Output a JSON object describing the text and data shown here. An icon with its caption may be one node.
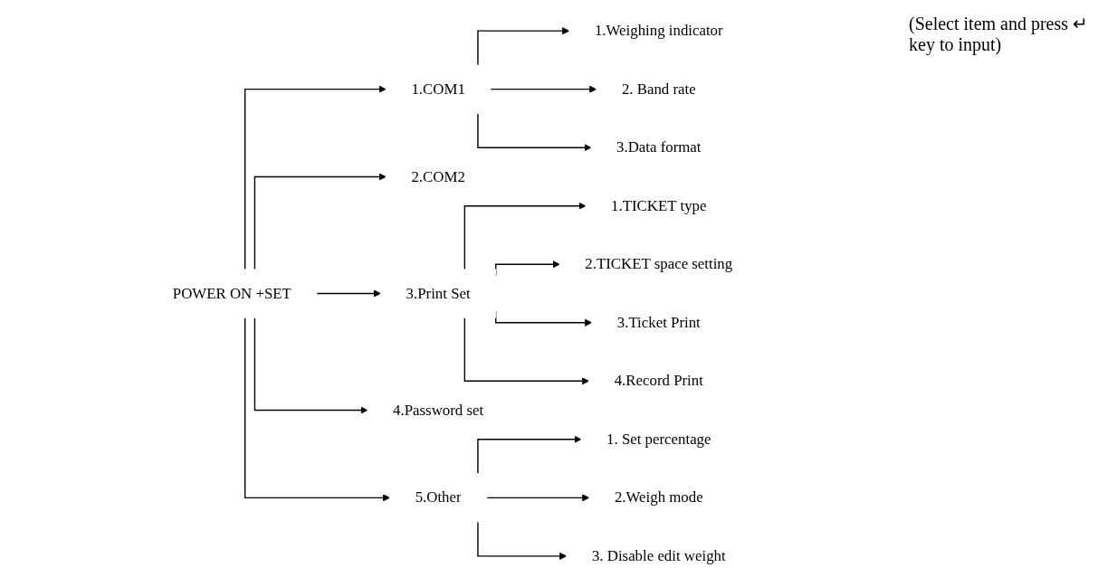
{
  "diagram": {
    "nodes": [
      {
        "text": [
          "POWER ON +SET"
        ]
      },
      {
        "text": [
          "1.COM1"
        ]
      },
      {
        "text": [
          "1.Weighing indicator"
        ]
      },
      {
        "text": [
          "2. Band rate"
        ]
      },
      {
        "text": [
          "3.Data format"
        ]
      },
      {
        "text": [
          "2.COM2"
        ]
      },
      {
        "text": [
          "3.Print Set"
        ]
      },
      {
        "text": [
          "1.TICKET type"
        ]
      },
      {
        "text": [
          "2.TICKET space setting"
        ]
      },
      {
        "text": [
          "3.Ticket Print"
        ]
      },
      {
        "text": [
          "4.Record Print"
        ]
      },
      {
        "text": [
          "4.Password set"
        ]
      },
      {
        "text": [
          "5.Other"
        ]
      },
      {
        "text": [
          "1. Set percentage"
        ]
      },
      {
        "text": [
          "2.Weigh mode"
        ]
      },
      {
        "text": [
          "3. Disable edit weight"
        ]
      }
    ],
    "edges": [
      {
        "from": 0,
        "to": 1,
        "arrow": "to"
      },
      {
        "from": 1,
        "to": 2,
        "arrow": "to"
      },
      {
        "from": 1,
        "to": 3,
        "arrow": "to"
      },
      {
        "from": 1,
        "to": 4,
        "arrow": "to"
      },
      {
        "from": 0,
        "to": 5,
        "arrow": "to"
      },
      {
        "from": 0,
        "to": 6,
        "arrow": "to"
      },
      {
        "from": 6,
        "to": 7,
        "arrow": "to"
      },
      {
        "from": 6,
        "to": 8,
        "arrow": "to"
      },
      {
        "from": 6,
        "to": 9,
        "arrow": "to"
      },
      {
        "from": 6,
        "to": 10,
        "arrow": "to"
      },
      {
        "from": 0,
        "to": 11,
        "arrow": "to"
      },
      {
        "from": 0,
        "to": 12,
        "arrow": "to"
      },
      {
        "from": 12,
        "to": 13,
        "arrow": "to"
      },
      {
        "from": 12,
        "to": 14,
        "arrow": "to"
      },
      {
        "from": 12,
        "to": 15,
        "arrow": "to"
      }
    ],
    "labels": [
      "(Select item and press ↵ key to input)"
    ]
  }
}
